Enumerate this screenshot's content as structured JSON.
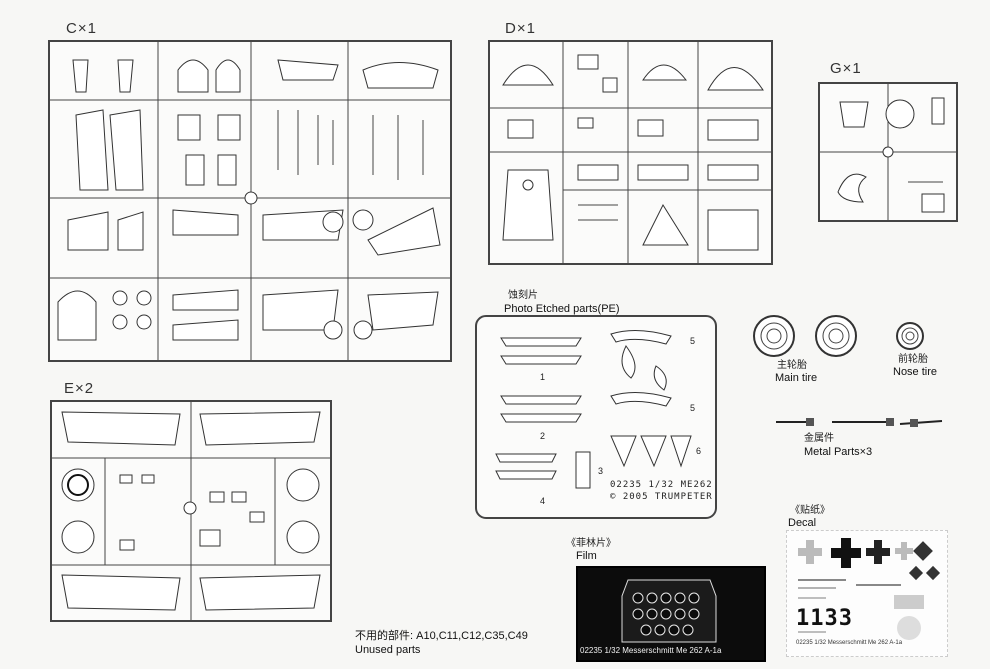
{
  "sprues": {
    "top_left": {
      "label": "C×1"
    },
    "d": {
      "label": "D×1"
    },
    "g": {
      "label": "G×1"
    },
    "e": {
      "label": "E×2"
    }
  },
  "pe": {
    "title_cn": "蚀刻片",
    "title_en": "Photo Etched parts(PE)",
    "numbers": [
      "1",
      "2",
      "3",
      "4",
      "5",
      "5",
      "6"
    ],
    "code": "02235 1/32 ME262",
    "copyright": "© 2005 TRUMPETER"
  },
  "tires": {
    "main_cn": "主轮胎",
    "main_en": "Main tire",
    "nose_cn": "前轮胎",
    "nose_en": "Nose tire"
  },
  "metal": {
    "label_cn": "金属件",
    "label_en": "Metal Parts×3"
  },
  "decal": {
    "label_cn": "《贴纸》",
    "label_en": "Decal",
    "number": "1133",
    "caption": "02235  1/32  Messerschmitt Me 262 A-1a"
  },
  "film": {
    "label_cn": "《菲林片》",
    "label_en": "Film",
    "caption": "02235  1/32  Messerschmitt Me 262  A-1a"
  },
  "unused": {
    "label_cn": "不用的部件: A10,C11,C12,C35,C49",
    "label_en": "Unused parts"
  }
}
